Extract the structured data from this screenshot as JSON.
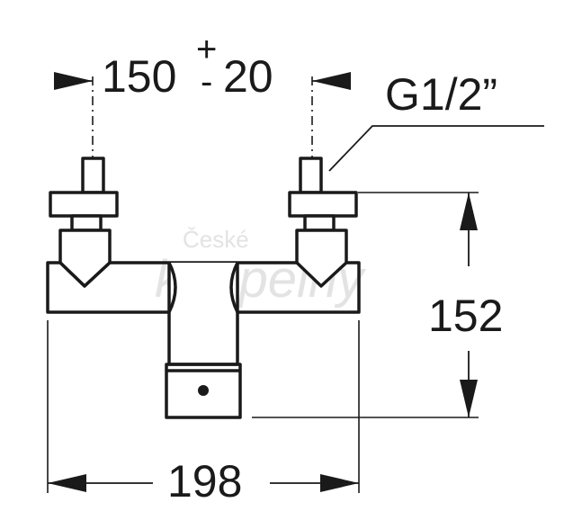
{
  "dimensions": {
    "spacing_value": "150",
    "spacing_tolerance_plus": "+",
    "spacing_tolerance_minus": "-",
    "spacing_tolerance_value": "20",
    "thread": "G1/2”",
    "height": "152",
    "width": "198"
  },
  "watermark": {
    "line1": "České",
    "line2": "koupelny"
  },
  "colors": {
    "stroke": "#1a1a1a",
    "watermark": "#e3e3e3"
  }
}
